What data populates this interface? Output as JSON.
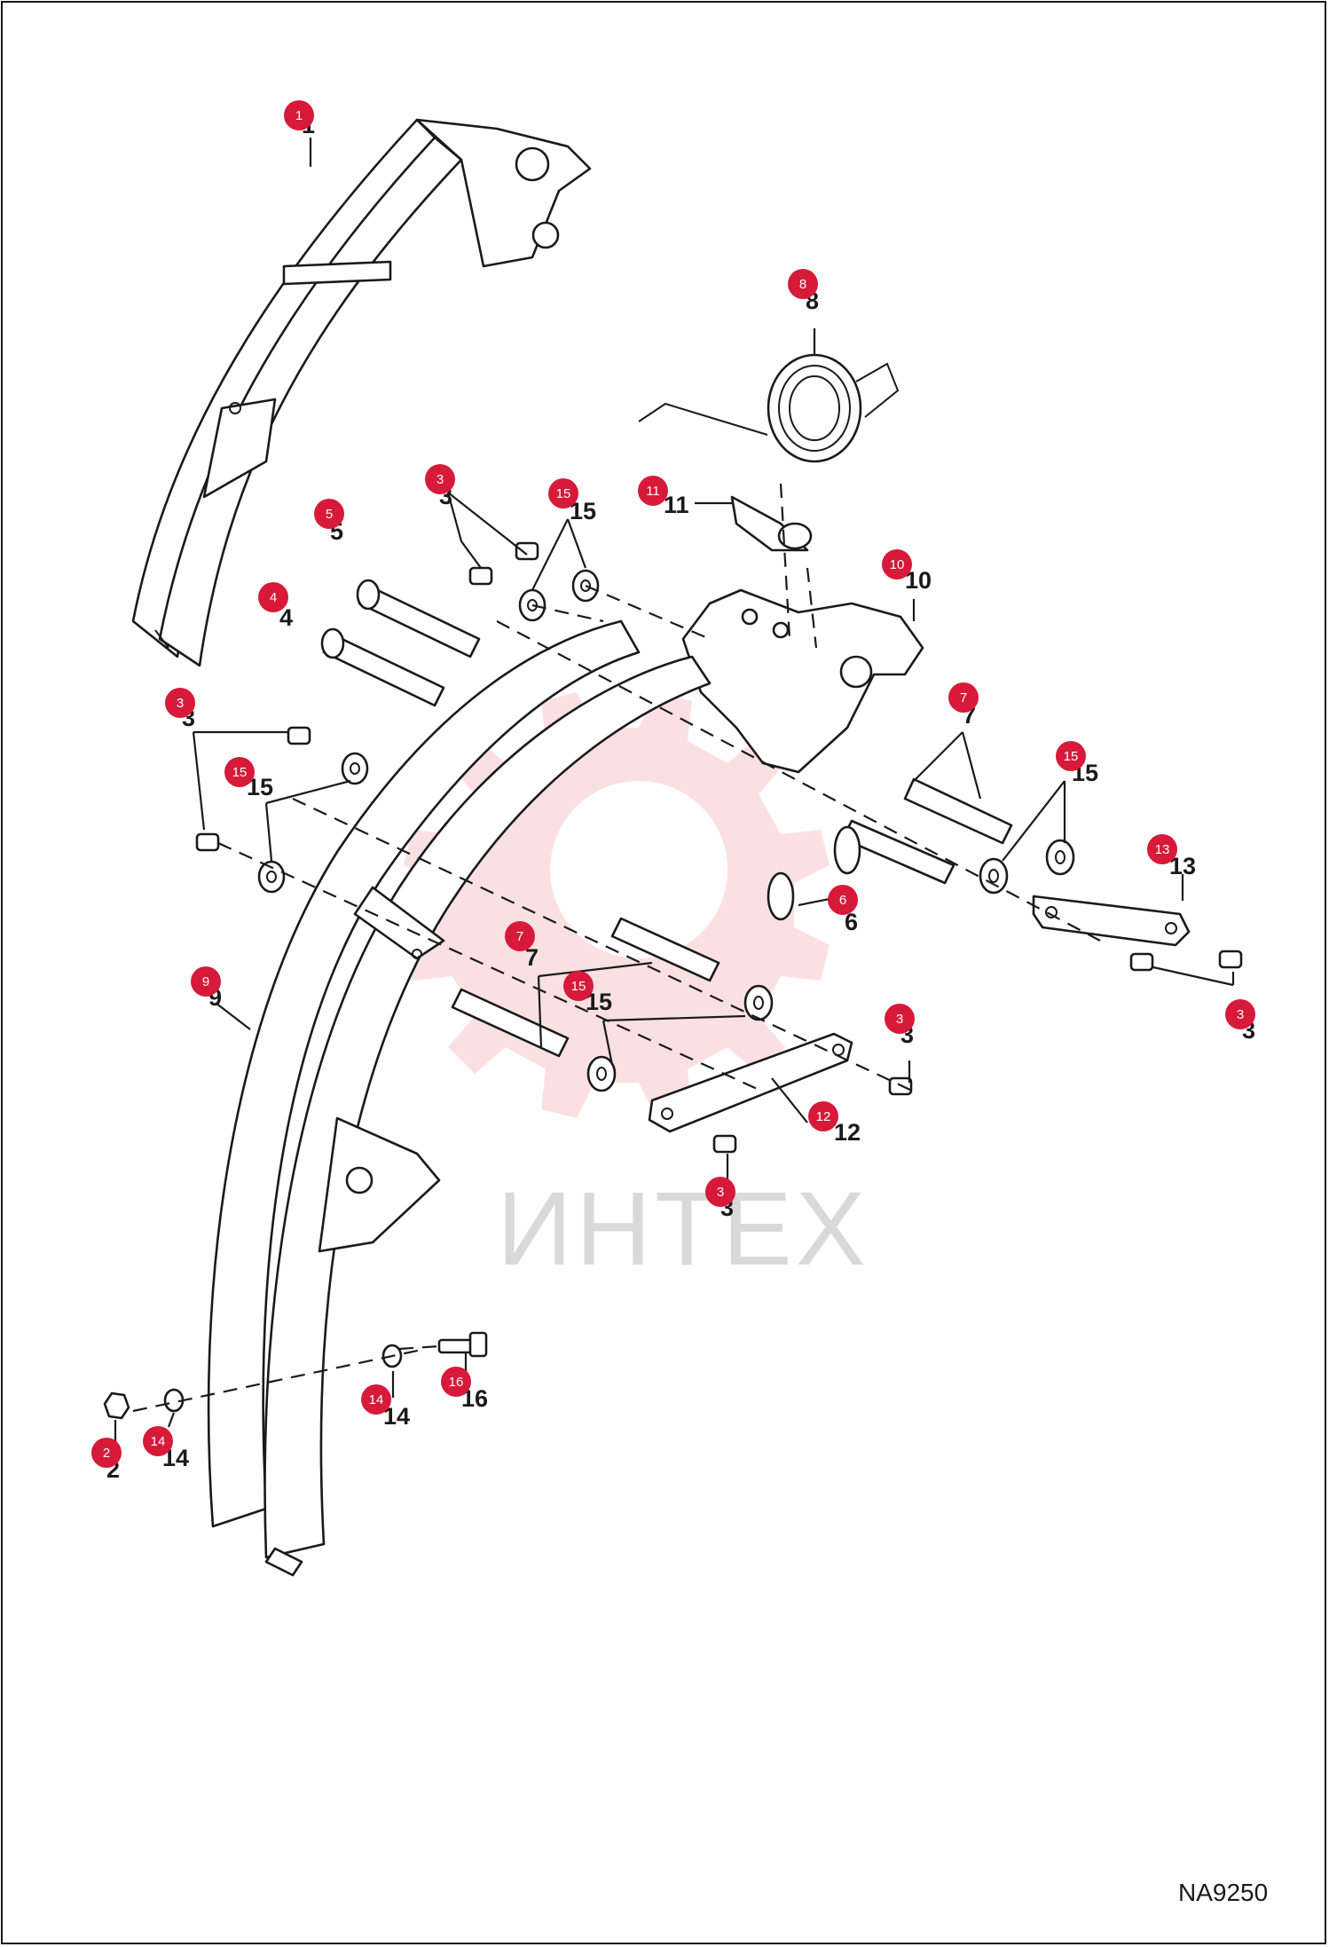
{
  "drawing_ref": "NA9250",
  "watermark": "ИНТЕХ",
  "badge_color": "#d7193a",
  "callouts": [
    {
      "id": 1,
      "label": "1"
    },
    {
      "id": 8,
      "label": "8"
    },
    {
      "id": 3,
      "label": "3"
    },
    {
      "id": 15,
      "label": "15"
    },
    {
      "id": 5,
      "label": "5"
    },
    {
      "id": 11,
      "label": "11"
    },
    {
      "id": 10,
      "label": "10"
    },
    {
      "id": 4,
      "label": "4"
    },
    {
      "id": 3,
      "label": "3"
    },
    {
      "id": 15,
      "label": "15"
    },
    {
      "id": 7,
      "label": "7"
    },
    {
      "id": 15,
      "label": "15"
    },
    {
      "id": 13,
      "label": "13"
    },
    {
      "id": 6,
      "label": "6"
    },
    {
      "id": 9,
      "label": "9"
    },
    {
      "id": 7,
      "label": "7"
    },
    {
      "id": 15,
      "label": "15"
    },
    {
      "id": 3,
      "label": "3"
    },
    {
      "id": 3,
      "label": "3"
    },
    {
      "id": 12,
      "label": "12"
    },
    {
      "id": 3,
      "label": "3"
    },
    {
      "id": 16,
      "label": "16"
    },
    {
      "id": 14,
      "label": "14"
    },
    {
      "id": 2,
      "label": "2"
    },
    {
      "id": 14,
      "label": "14"
    }
  ]
}
